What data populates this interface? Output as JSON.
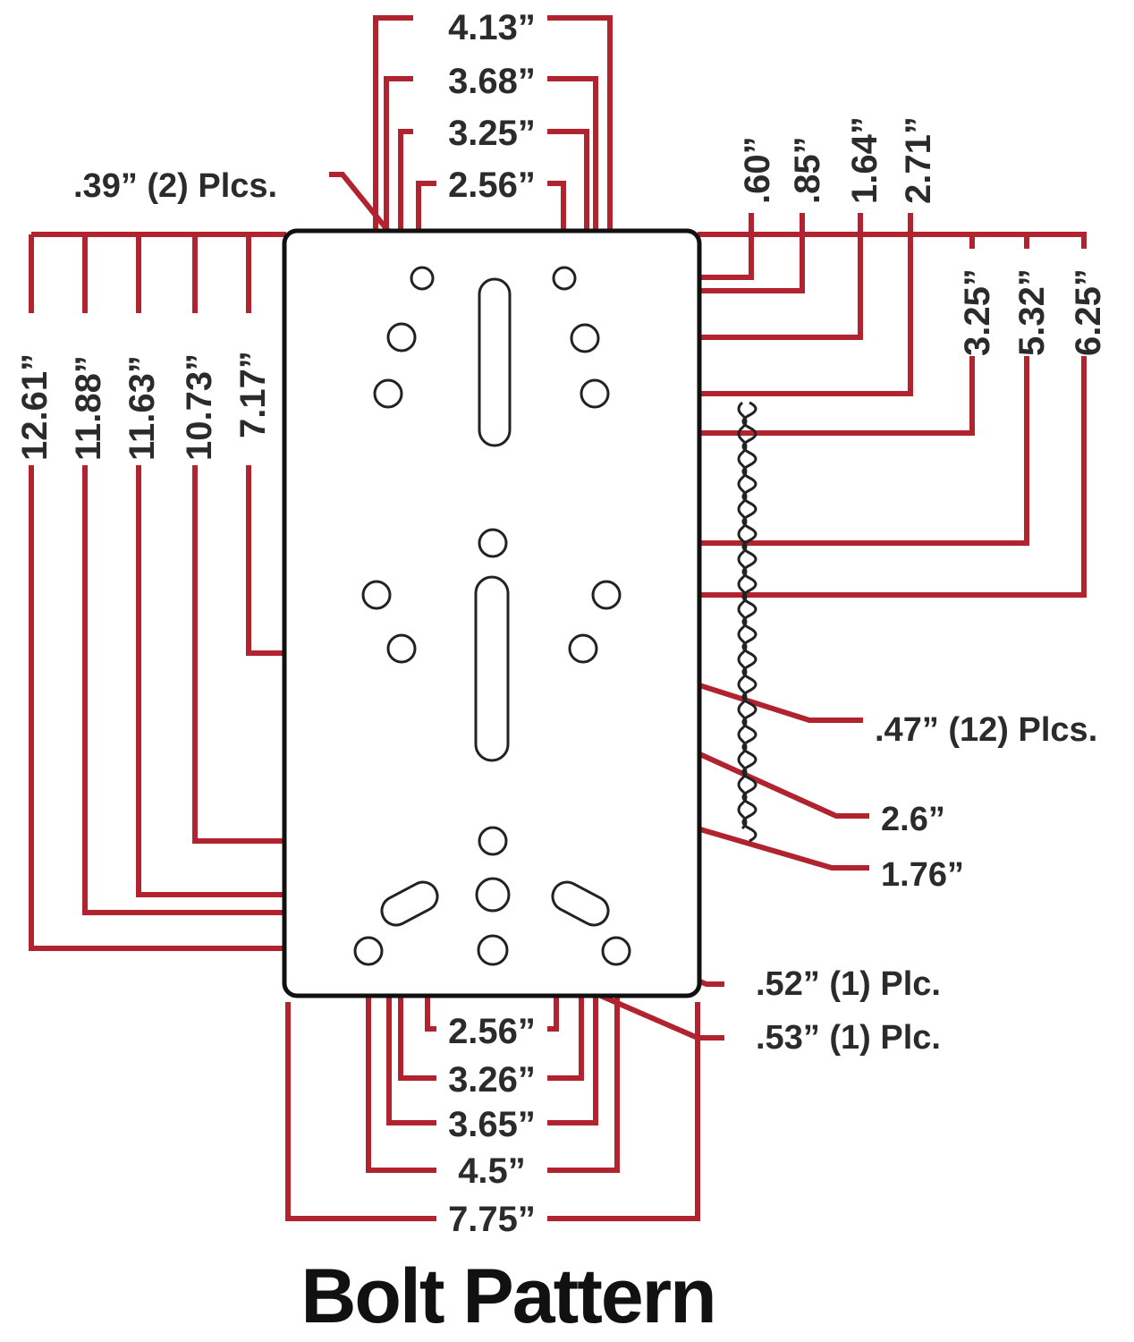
{
  "title": "Bolt Pattern",
  "colors": {
    "dimension_line": "#b0232f",
    "outline": "#111111",
    "text": "#2b2b2b"
  },
  "top_dims": [
    "4.13”",
    "3.68”",
    "3.25”",
    "2.56”"
  ],
  "top_right_dims": [
    ".60”",
    ".85”",
    "1.64”",
    "2.71”"
  ],
  "left_dims": [
    "12.61”",
    "11.88”",
    "11.63”",
    "10.73”",
    "7.17”"
  ],
  "right_dims": [
    "3.25”",
    "5.32”",
    "6.25”"
  ],
  "bottom_dims": [
    "2.56”",
    "3.26”",
    "3.65”",
    "4.5”",
    "7.75”"
  ],
  "notes": {
    "small_holes": ".39” (2) Plcs.",
    "holes": ".47” (12) Plcs.",
    "slot_long": "2.6”",
    "slot_short": "1.76”",
    "hole_52": ".52” (1) Plc.",
    "hole_53": ".53” (1) Plc."
  }
}
